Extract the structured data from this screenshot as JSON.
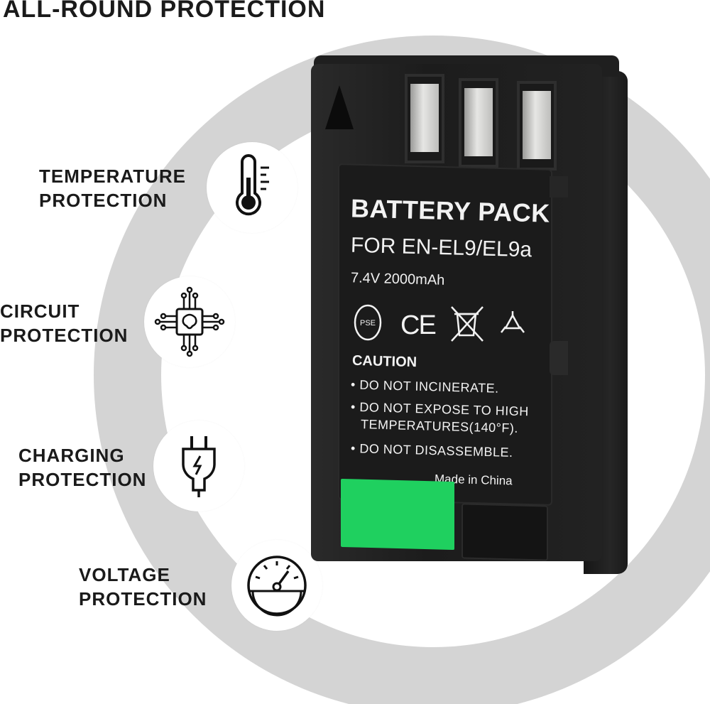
{
  "page": {
    "title": "ALL-ROUND PROTECTION"
  },
  "features": [
    {
      "line1": "TEMPERATURE",
      "line2": "PROTECTION",
      "icon": "thermometer-icon"
    },
    {
      "line1": "CIRCUIT",
      "line2": "PROTECTION",
      "icon": "circuit-chip-icon"
    },
    {
      "line1": "CHARGING",
      "line2": "PROTECTION",
      "icon": "plug-icon"
    },
    {
      "line1": "VOLTAGE",
      "line2": "PROTECTION",
      "icon": "gauge-icon"
    }
  ],
  "battery": {
    "brand": "BATTERY PACK",
    "model": "FOR EN-EL9/EL9a",
    "spec": "7.4V 2000mAh",
    "marks": {
      "pse": "PSE",
      "ce": "CE",
      "weee": "weee-bin-icon",
      "recycle": "recycle-icon"
    },
    "caution_title": "CAUTION",
    "caution_lines": [
      "• DO NOT INCINERATE.",
      "• DO NOT EXPOSE TO HIGH",
      "TEMPERATURES(140°F).",
      "• DO NOT DISASSEMBLE."
    ],
    "origin": "Made in China"
  },
  "colors": {
    "ring": "#d4d4d4",
    "battery_body": "#1e1e1e",
    "accent_green": "#1fd05f",
    "text_dark": "#1a1a1a"
  }
}
